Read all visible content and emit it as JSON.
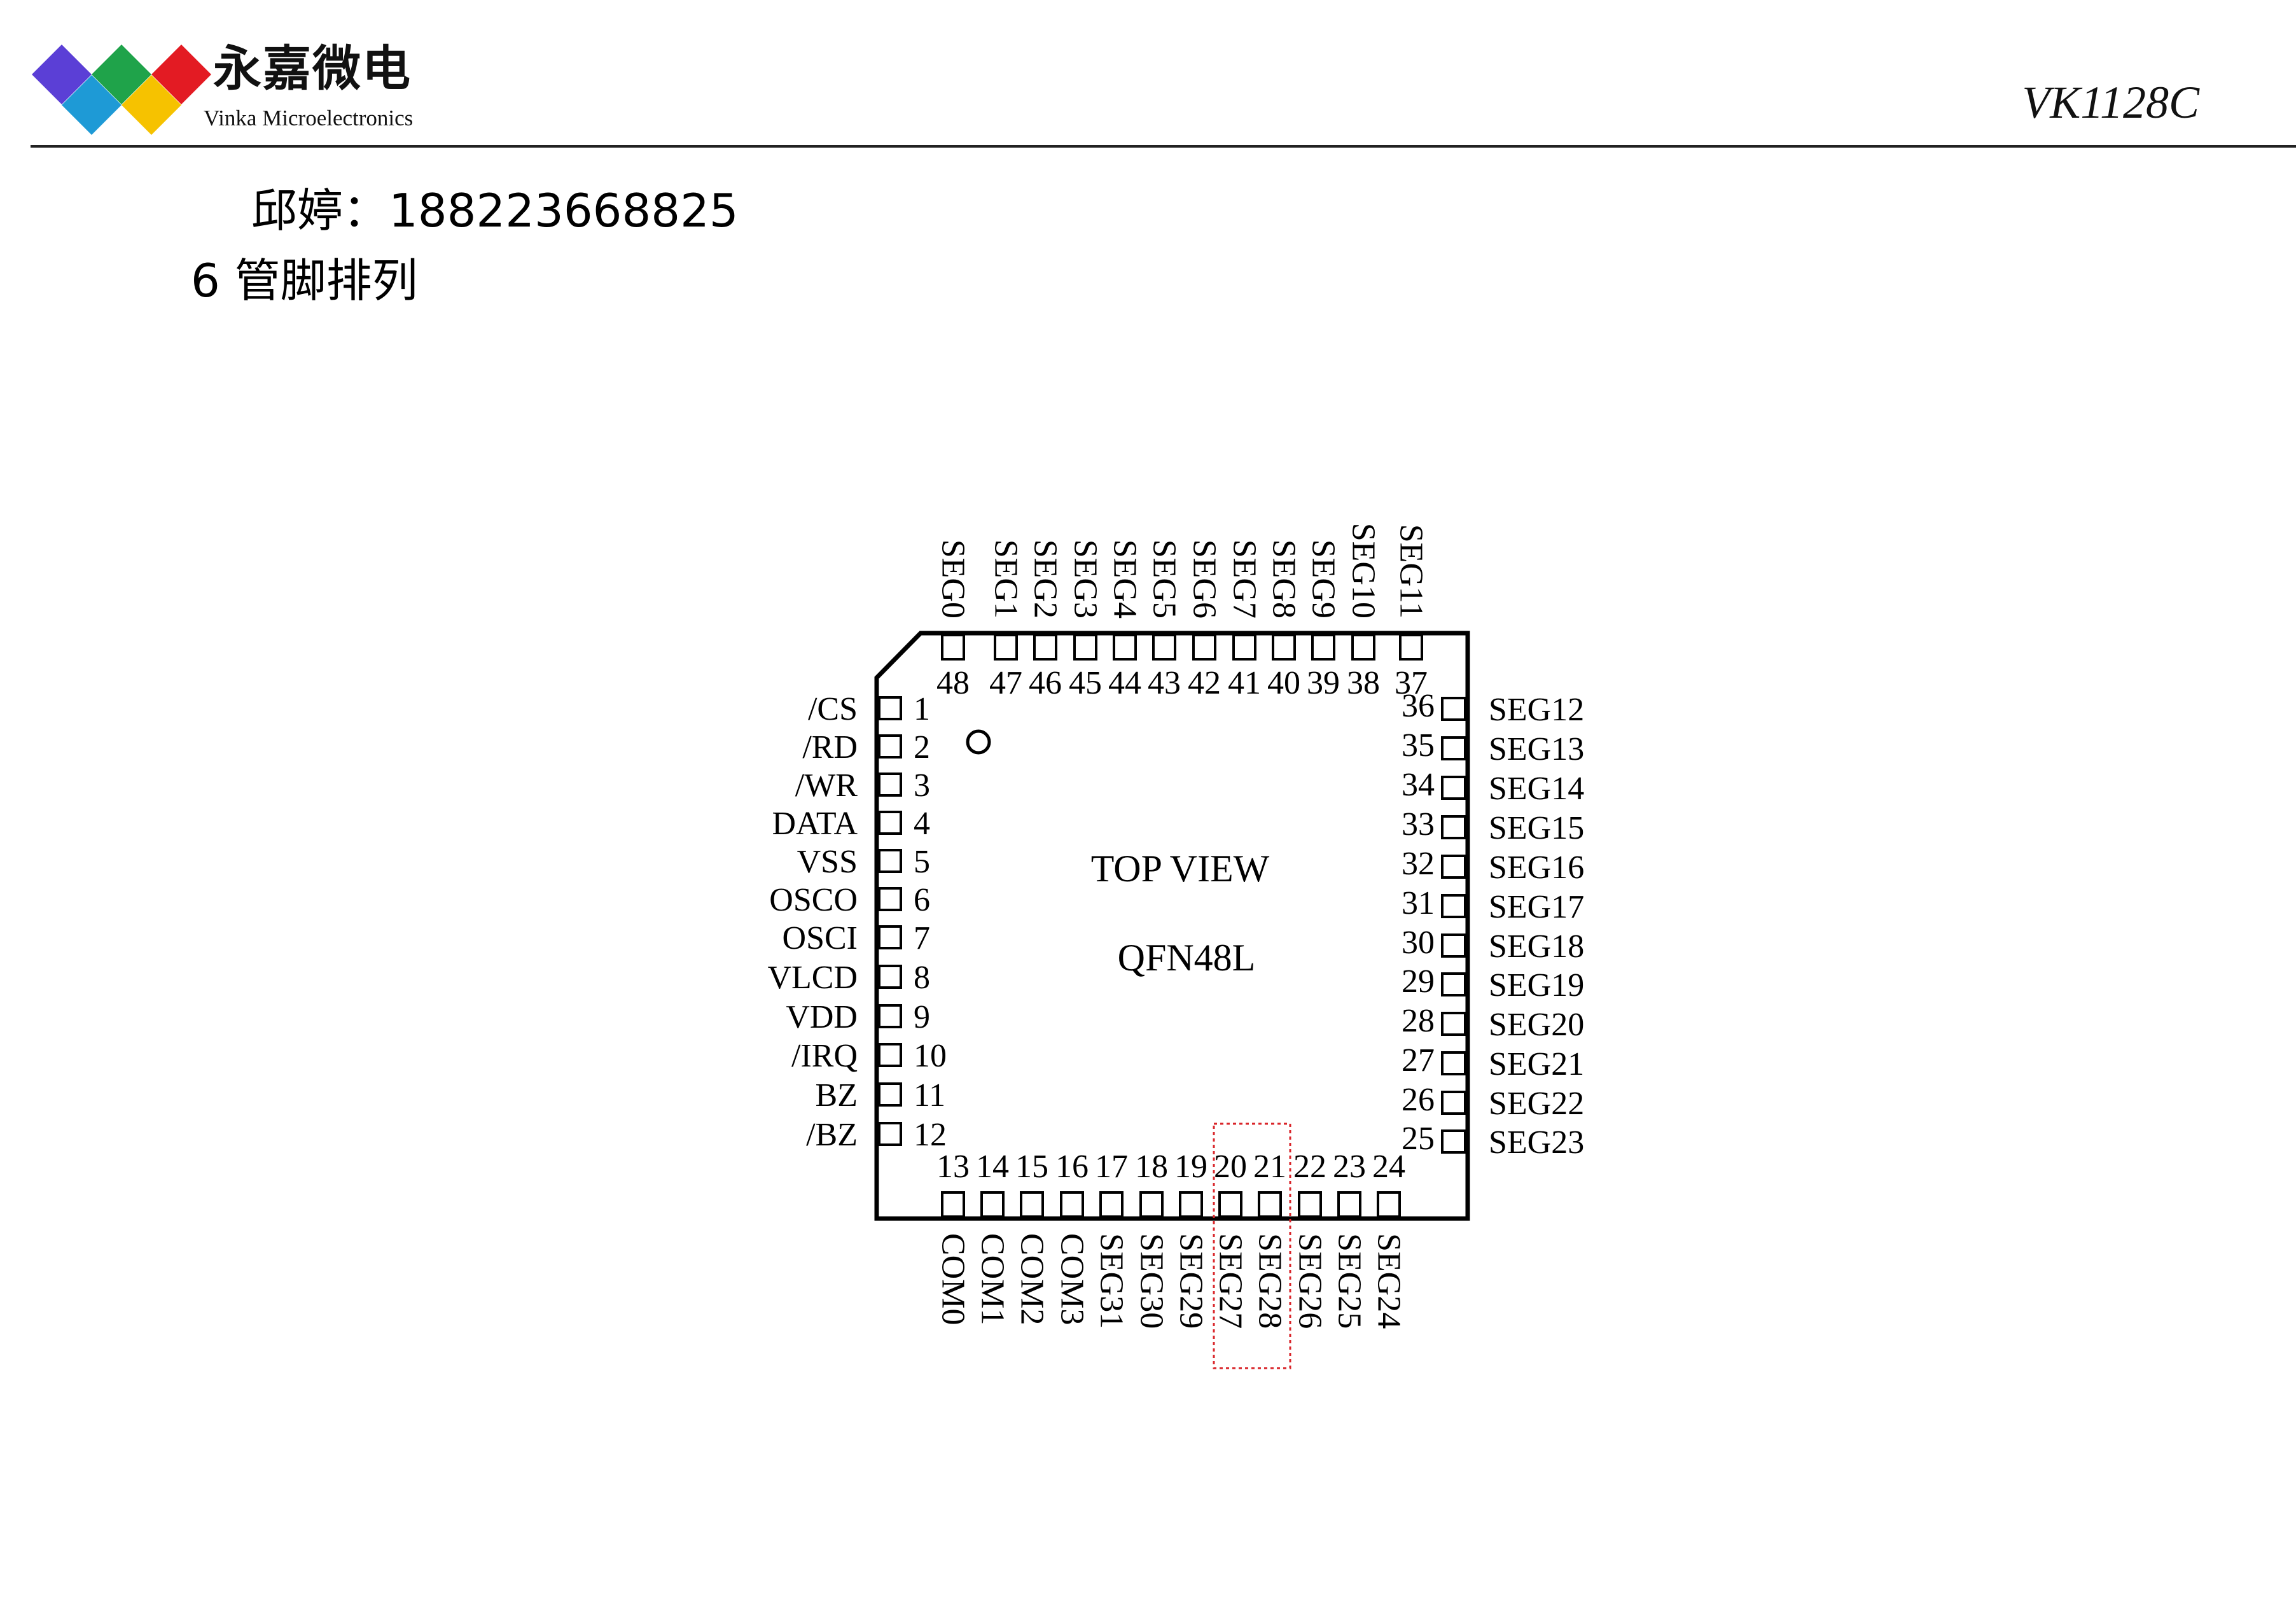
{
  "header": {
    "brand_cn": "永嘉微电",
    "brand_en": "Vinka Microelectronics",
    "part_number": "VK1128C",
    "logo_colors": [
      "#5b3fd6",
      "#1fa34a",
      "#e31b23",
      "#1e9ad6",
      "#f6c200"
    ]
  },
  "contact": {
    "text": "邱婷：18822366882​5"
  },
  "section": {
    "title": "6  管脚排列"
  },
  "chip": {
    "view_label": "TOP VIEW",
    "package": "QFN48L",
    "pins": {
      "left": [
        {
          "num": "1",
          "name": "/CS"
        },
        {
          "num": "2",
          "name": "/RD"
        },
        {
          "num": "3",
          "name": "/WR"
        },
        {
          "num": "4",
          "name": "DATA"
        },
        {
          "num": "5",
          "name": "VSS"
        },
        {
          "num": "6",
          "name": "OSCO"
        },
        {
          "num": "7",
          "name": "OSCI"
        },
        {
          "num": "8",
          "name": "VLCD"
        },
        {
          "num": "9",
          "name": "VDD"
        },
        {
          "num": "10",
          "name": "/IRQ"
        },
        {
          "num": "11",
          "name": "BZ"
        },
        {
          "num": "12",
          "name": "/BZ"
        }
      ],
      "bottom": [
        {
          "num": "13",
          "name": "COM0"
        },
        {
          "num": "14",
          "name": "COM1"
        },
        {
          "num": "15",
          "name": "COM2"
        },
        {
          "num": "16",
          "name": "COM3"
        },
        {
          "num": "17",
          "name": "SEG31"
        },
        {
          "num": "18",
          "name": "SEG30"
        },
        {
          "num": "19",
          "name": "SEG29"
        },
        {
          "num": "20",
          "name": "SEG27"
        },
        {
          "num": "21",
          "name": "SEG28"
        },
        {
          "num": "22",
          "name": "SEG26"
        },
        {
          "num": "23",
          "name": "SEG25"
        },
        {
          "num": "24",
          "name": "SEG24"
        }
      ],
      "right": [
        {
          "num": "25",
          "name": "SEG23"
        },
        {
          "num": "26",
          "name": "SEG22"
        },
        {
          "num": "27",
          "name": "SEG21"
        },
        {
          "num": "28",
          "name": "SEG20"
        },
        {
          "num": "29",
          "name": "SEG19"
        },
        {
          "num": "30",
          "name": "SEG18"
        },
        {
          "num": "31",
          "name": "SEG17"
        },
        {
          "num": "32",
          "name": "SEG16"
        },
        {
          "num": "33",
          "name": "SEG15"
        },
        {
          "num": "34",
          "name": "SEG14"
        },
        {
          "num": "35",
          "name": "SEG13"
        },
        {
          "num": "36",
          "name": "SEG12"
        }
      ],
      "top": [
        {
          "num": "37",
          "name": "SEG11"
        },
        {
          "num": "38",
          "name": "SEG10"
        },
        {
          "num": "39",
          "name": "SEG9"
        },
        {
          "num": "40",
          "name": "SEG8"
        },
        {
          "num": "41",
          "name": "SEG7"
        },
        {
          "num": "42",
          "name": "SEG6"
        },
        {
          "num": "43",
          "name": "SEG5"
        },
        {
          "num": "44",
          "name": "SEG4"
        },
        {
          "num": "45",
          "name": "SEG3"
        },
        {
          "num": "46",
          "name": "SEG2"
        },
        {
          "num": "47",
          "name": "SEG1"
        },
        {
          "num": "48",
          "name": "SEG0"
        }
      ]
    },
    "highlight_color": "#d9252a"
  }
}
